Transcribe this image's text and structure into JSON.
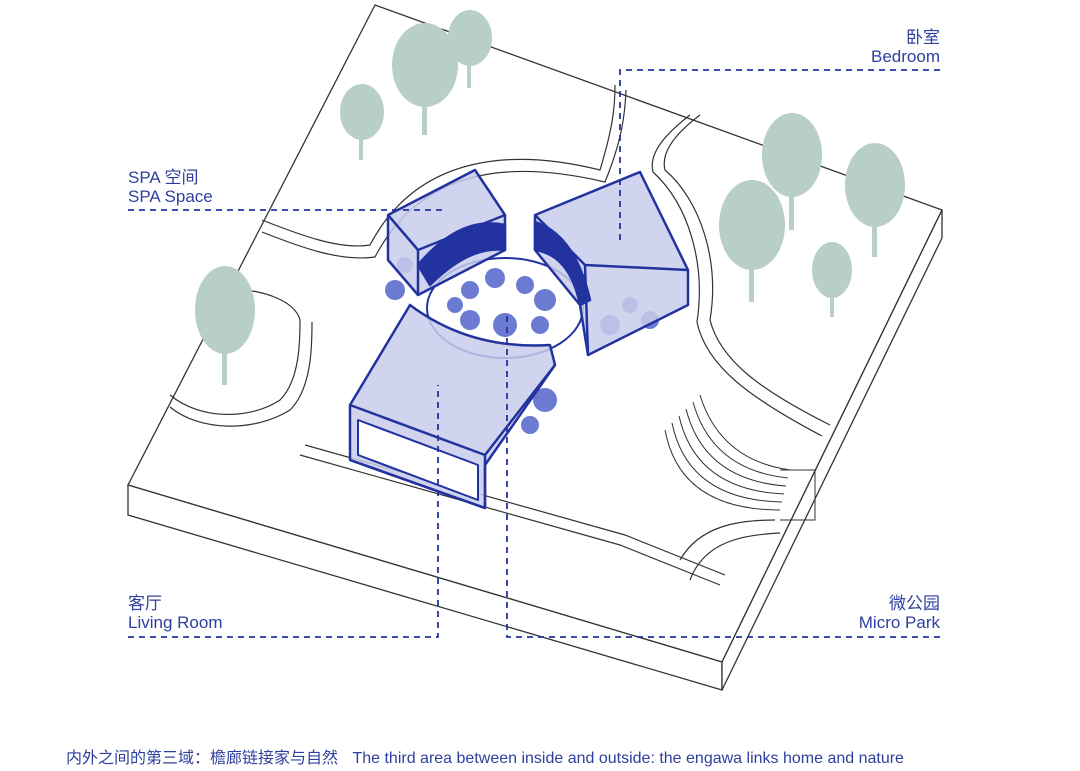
{
  "labels": {
    "bedroom": {
      "zh": "卧室",
      "en": "Bedroom"
    },
    "spa": {
      "zh": "SPA 空间",
      "en": "SPA Space"
    },
    "living": {
      "zh": "客厅",
      "en": "Living Room"
    },
    "park": {
      "zh": "微公园",
      "en": "Micro Park"
    }
  },
  "caption": {
    "zh": "内外之间的第三域：檐廊链接家与自然",
    "en": "The third area between inside and outside: the engawa links home and nature"
  },
  "colors": {
    "accent": "#2233a0",
    "volume_fill": "#c9cdeb",
    "tree": "#b7cfc6",
    "line": "#333333"
  }
}
